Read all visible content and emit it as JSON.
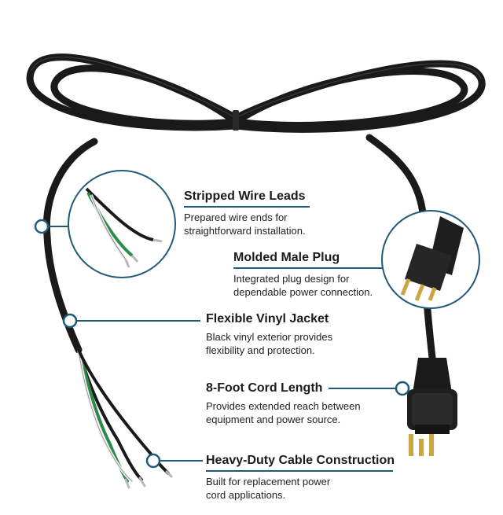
{
  "accent_color": "#1f5a7a",
  "cord_color": "#1a1a1a",
  "features": [
    {
      "title": "Stripped Wire Leads",
      "description": "Prepared wire ends for straightforward installation."
    },
    {
      "title": "Molded Male Plug",
      "description": "Integrated plug design for dependable power connection."
    },
    {
      "title": "Flexible Vinyl Jacket",
      "description": "Black vinyl exterior provides flexibility and protection."
    },
    {
      "title": "8-Foot Cord Length",
      "description": "Provides extended reach between equipment and power source."
    },
    {
      "title": "Heavy-Duty Cable Construction",
      "description": "Built for replacement power cord applications."
    }
  ]
}
